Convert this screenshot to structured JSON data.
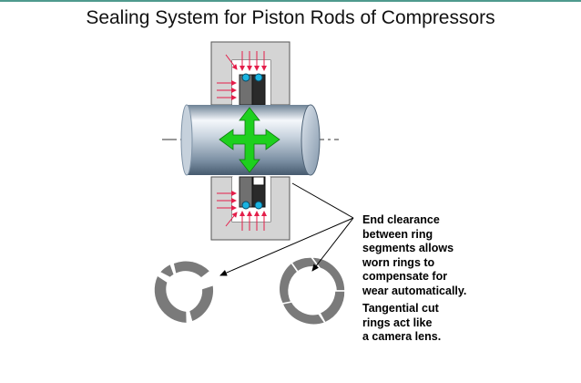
{
  "title": "Sealing System for Piston Rods of Compressors",
  "annotations": {
    "end_clearance": [
      "End clearance",
      "between ring",
      "segments allows",
      "worn rings to",
      "compensate for",
      "wear automatically."
    ],
    "tangential_cut": [
      "Tangential cut",
      "rings act like",
      "a camera lens."
    ]
  },
  "colors": {
    "housing": "#d4d4d4",
    "ring_dark": "#707070",
    "ring_black": "#2a2a2a",
    "o_ring": "#1ab3e0",
    "pressure_arrow": "#e41e4a",
    "motion_arrow": "#1ed01e",
    "rod_light": "#f2f6fa",
    "rod_dark": "#4a5e72"
  }
}
